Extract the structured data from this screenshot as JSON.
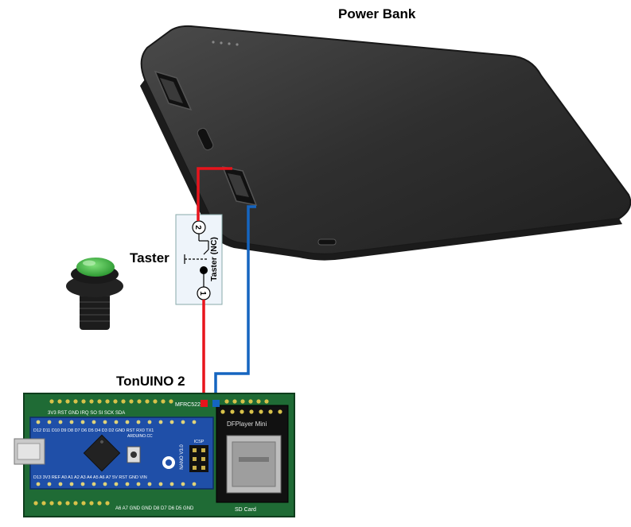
{
  "labels": {
    "power_bank": "Power Bank",
    "taster": "Taster",
    "tonuino": "TonUINO 2"
  },
  "switch_box": {
    "label": "Taster (NC)",
    "pin_top": "2",
    "pin_bottom": "1"
  },
  "board": {
    "rfid_header": "MFRC522",
    "rfid_pins": "3V3 RST GND IRQ SO SI SCK SDA",
    "top_pins": "D12 D11 D10 D9 D8 D7 D6 D5 D4 D3 D2 GND RST RX0 TX1",
    "bottom_pins": "D13 3V3 REF A0 A1 A2 A3 A4 A5 A6 A7 5V RST GND VIN",
    "nano_label": "ARDUINO.CC",
    "nano_model": "NANO V3.0",
    "icsp": "ICSP",
    "aux_pins": "A6 A7 GND GND D8 D7 D6 D5 GND",
    "mp3_label": "DFPlayer Mini",
    "sd_label": "SD Card"
  },
  "colors": {
    "positive_wire": "#e8141c",
    "negative_wire": "#1565c0",
    "pcb": "#1f6b35",
    "nano": "#1f4fa8",
    "power_bank": "#2e2e2e"
  }
}
